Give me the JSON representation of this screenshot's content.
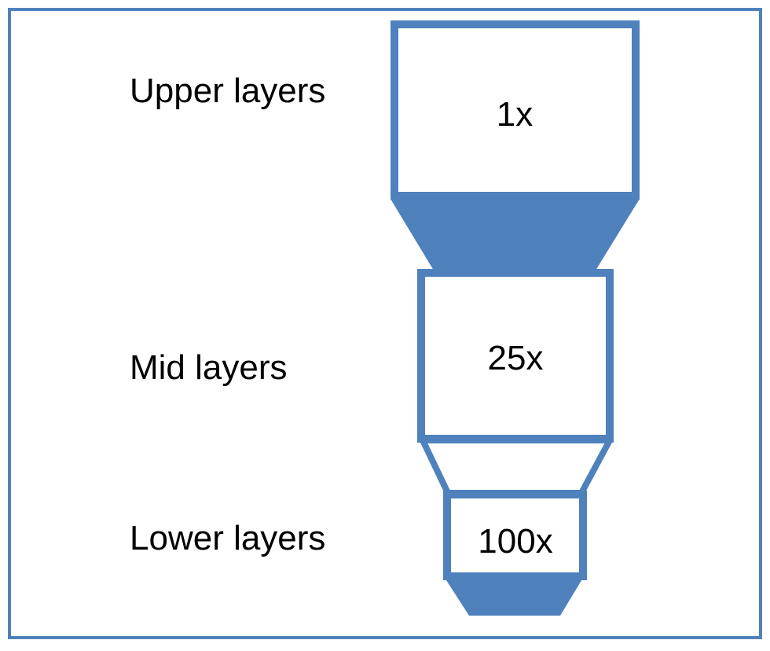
{
  "colors": {
    "accent": "#4F81BD",
    "background": "#FFFFFF",
    "text": "#000000"
  },
  "layers": [
    {
      "label": "Upper layers",
      "factor": "1x"
    },
    {
      "label": "Mid layers",
      "factor": "25x"
    },
    {
      "label": "Lower layers",
      "factor": "100x"
    }
  ]
}
